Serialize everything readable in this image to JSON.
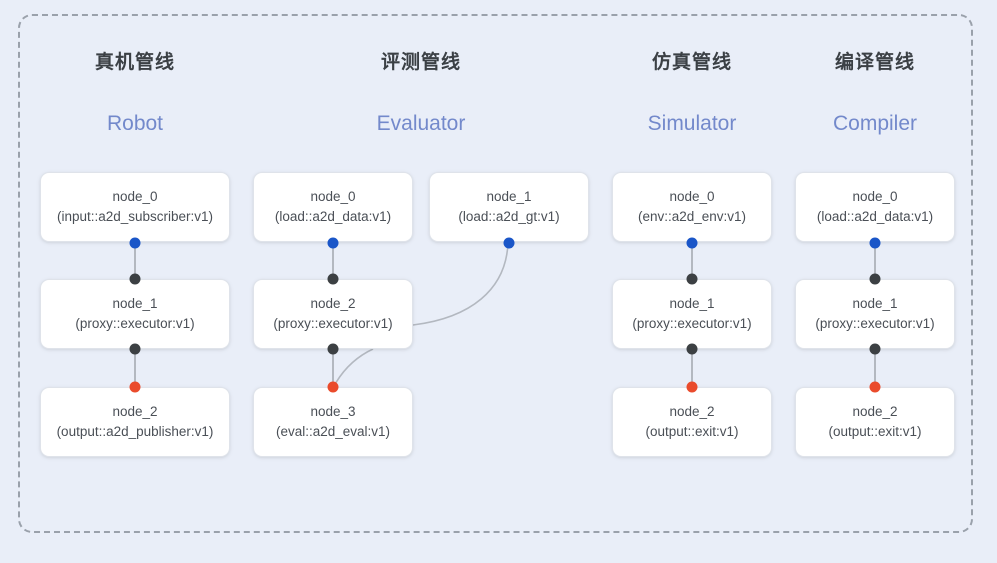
{
  "diagram": {
    "frame": {
      "style": "dashed-rounded-rectangle",
      "border_color": "#9aa1ab"
    },
    "background_color": "#e9eef8",
    "accent_colors": {
      "subtitle_blue": "#7389cb",
      "port_blue": "#1a56c8",
      "port_black": "#3c4043",
      "port_red": "#ea4b2c",
      "edge_gray": "#b3b8c0",
      "title_gray": "#3b4045"
    }
  },
  "columns": [
    {
      "id": "robot",
      "title": "真机管线",
      "subtitle": "Robot",
      "nodes": [
        {
          "name": "node_0",
          "spec": "(input::a2d_subscriber:v1)"
        },
        {
          "name": "node_1",
          "spec": "(proxy::executor:v1)"
        },
        {
          "name": "node_2",
          "spec": "(output::a2d_publisher:v1)"
        }
      ]
    },
    {
      "id": "evaluator",
      "title": "评测管线",
      "subtitle": "Evaluator",
      "nodes": [
        {
          "name": "node_0",
          "spec": "(load::a2d_data:v1)"
        },
        {
          "name": "node_1",
          "spec": "(load::a2d_gt:v1)"
        },
        {
          "name": "node_2",
          "spec": "(proxy::executor:v1)"
        },
        {
          "name": "node_3",
          "spec": "(eval::a2d_eval:v1)"
        }
      ]
    },
    {
      "id": "simulator",
      "title": "仿真管线",
      "subtitle": "Simulator",
      "nodes": [
        {
          "name": "node_0",
          "spec": "(env::a2d_env:v1)"
        },
        {
          "name": "node_1",
          "spec": "(proxy::executor:v1)"
        },
        {
          "name": "node_2",
          "spec": "(output::exit:v1)"
        }
      ]
    },
    {
      "id": "compiler",
      "title": "编译管线",
      "subtitle": "Compiler",
      "nodes": [
        {
          "name": "node_0",
          "spec": "(load::a2d_data:v1)"
        },
        {
          "name": "node_1",
          "spec": "(proxy::executor:v1)"
        },
        {
          "name": "node_2",
          "spec": "(output::exit:v1)"
        }
      ]
    }
  ]
}
